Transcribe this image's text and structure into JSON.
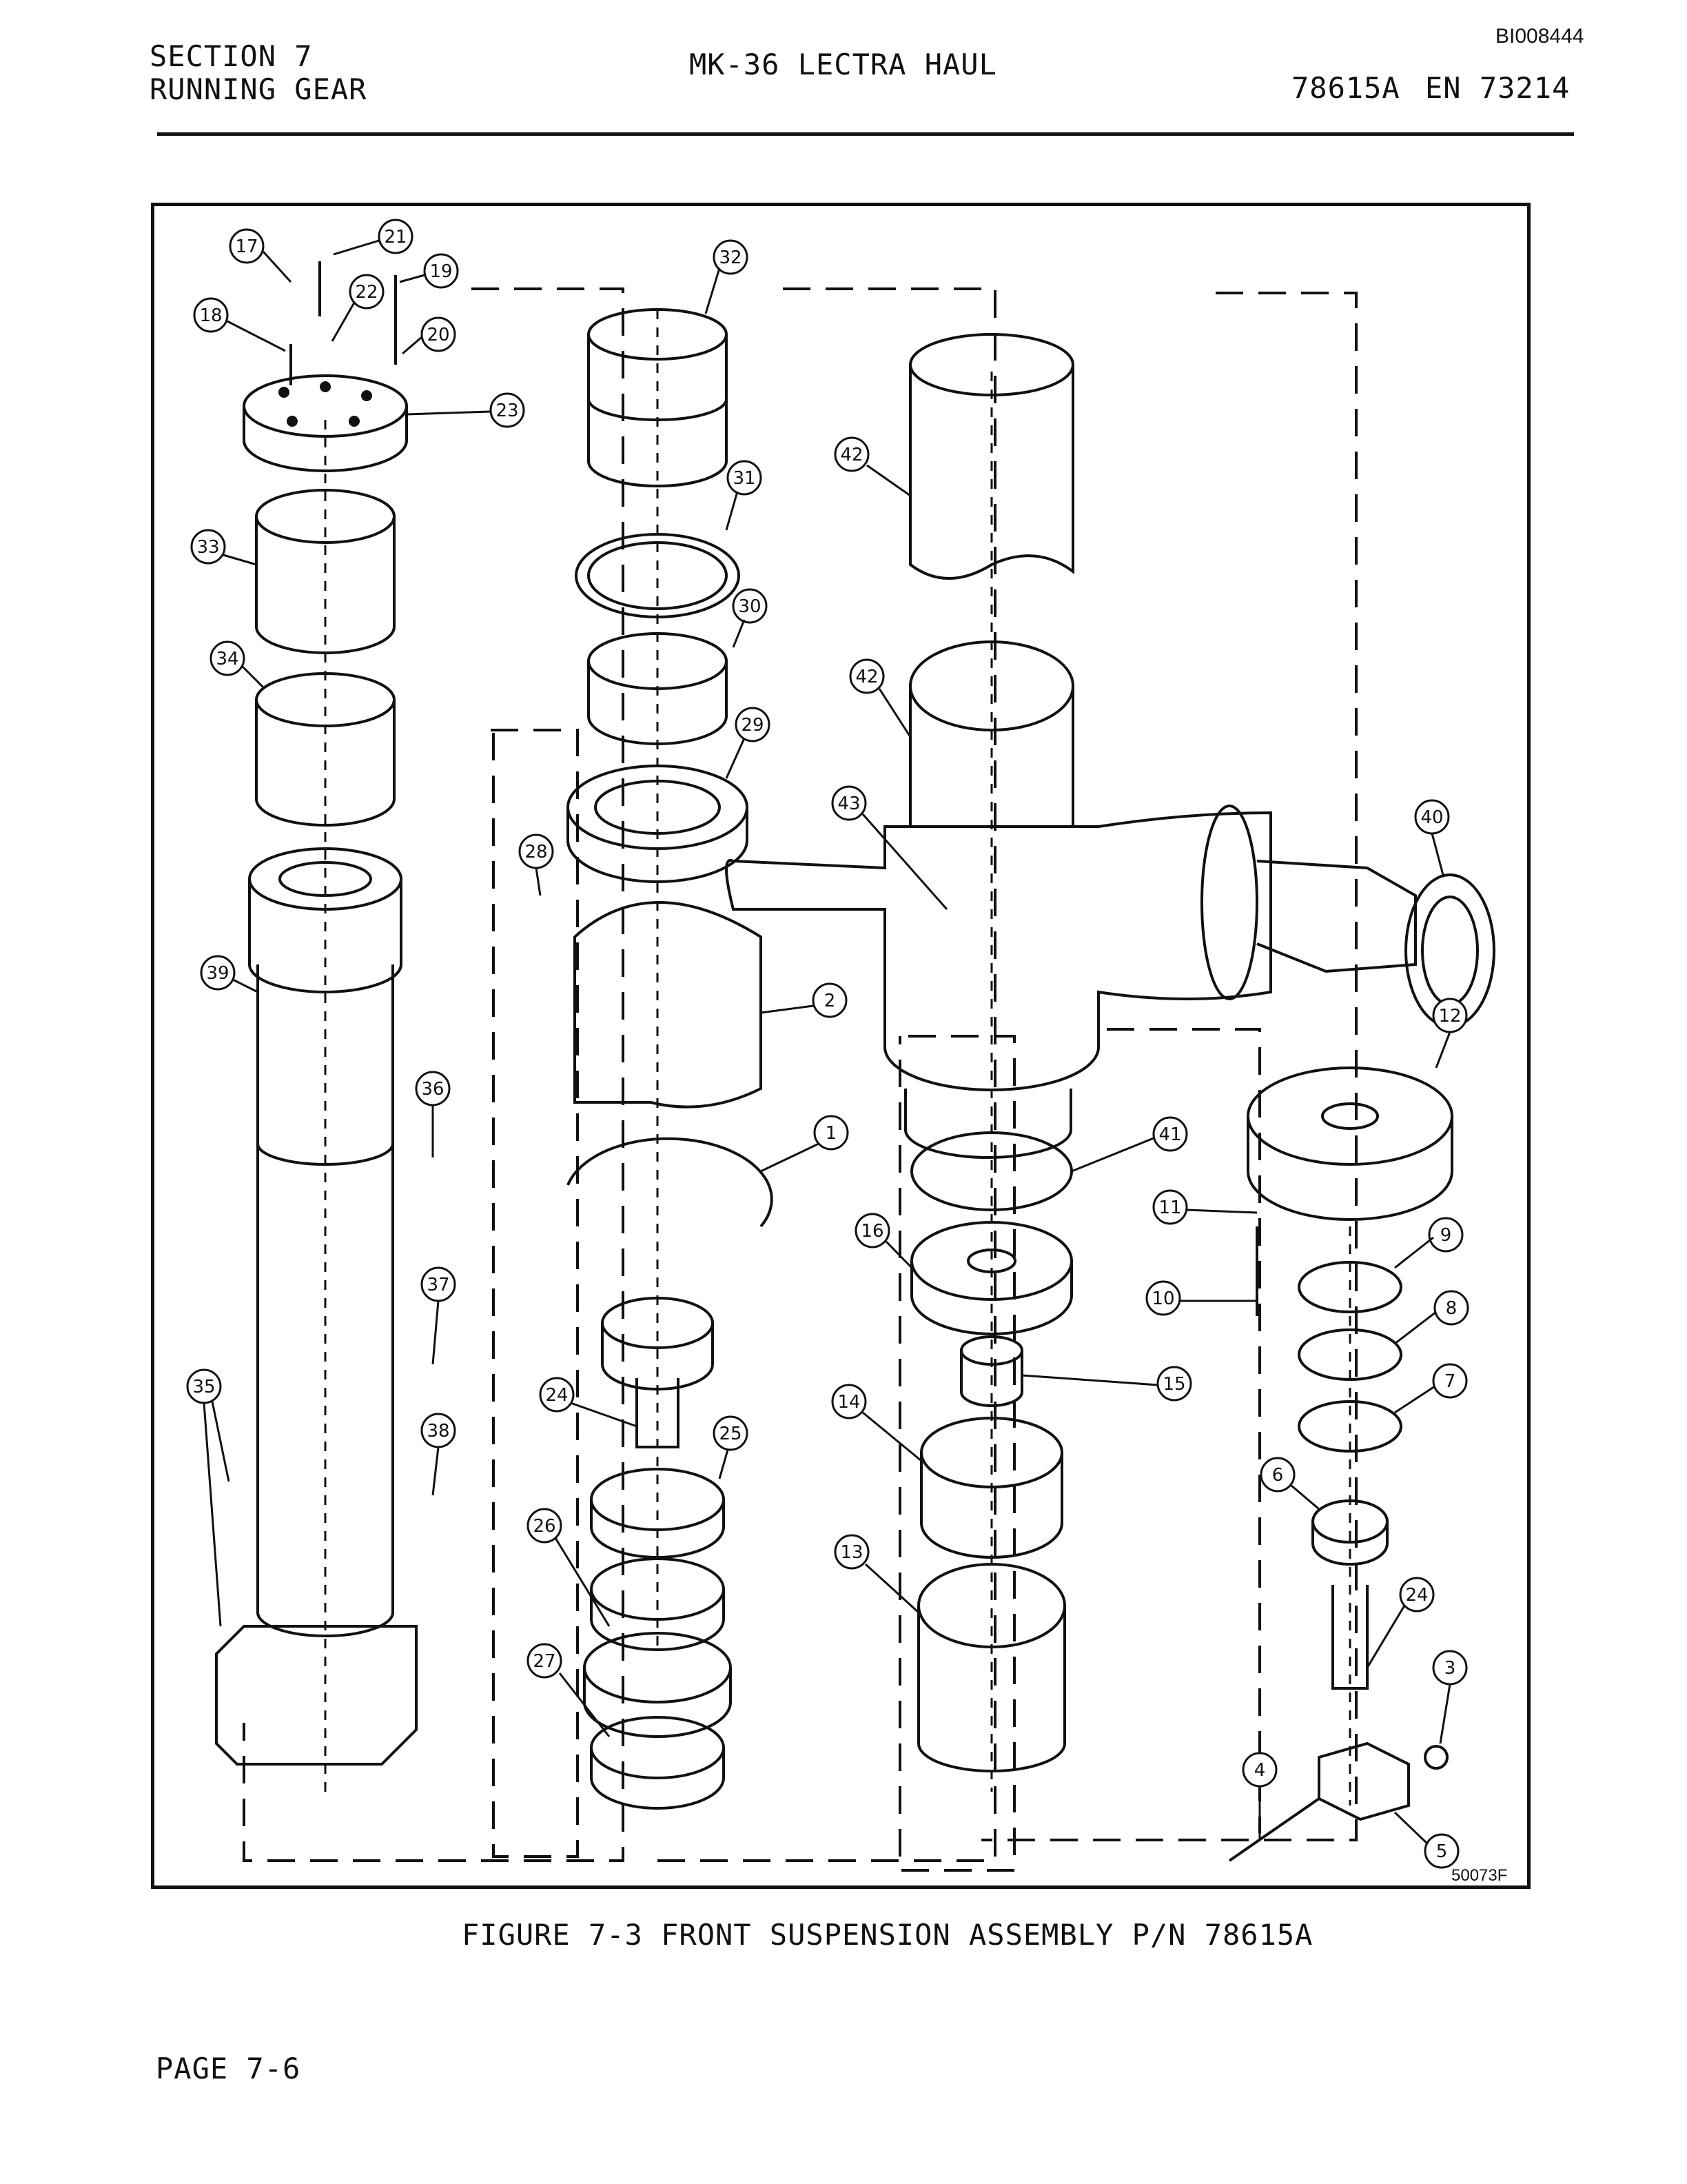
{
  "header": {
    "section": "SECTION 7",
    "subsection": "RUNNING GEAR",
    "title": "MK-36 LECTRA HAUL",
    "doc_id": "BI008444",
    "part_ref": "78615A",
    "en_ref": "EN 73214"
  },
  "figure": {
    "drawing_code": "50073F",
    "caption": "FIGURE 7-3  FRONT SUSPENSION ASSEMBLY P/N 78615A",
    "callouts": [
      "1",
      "2",
      "3",
      "4",
      "5",
      "6",
      "7",
      "8",
      "9",
      "10",
      "11",
      "12",
      "13",
      "14",
      "15",
      "16",
      "17",
      "18",
      "19",
      "20",
      "21",
      "22",
      "23",
      "24",
      "24",
      "25",
      "26",
      "27",
      "28",
      "29",
      "30",
      "31",
      "32",
      "33",
      "34",
      "35",
      "36",
      "37",
      "38",
      "39",
      "40",
      "41",
      "42",
      "42",
      "43"
    ]
  },
  "footer": {
    "page": "PAGE 7-6"
  }
}
